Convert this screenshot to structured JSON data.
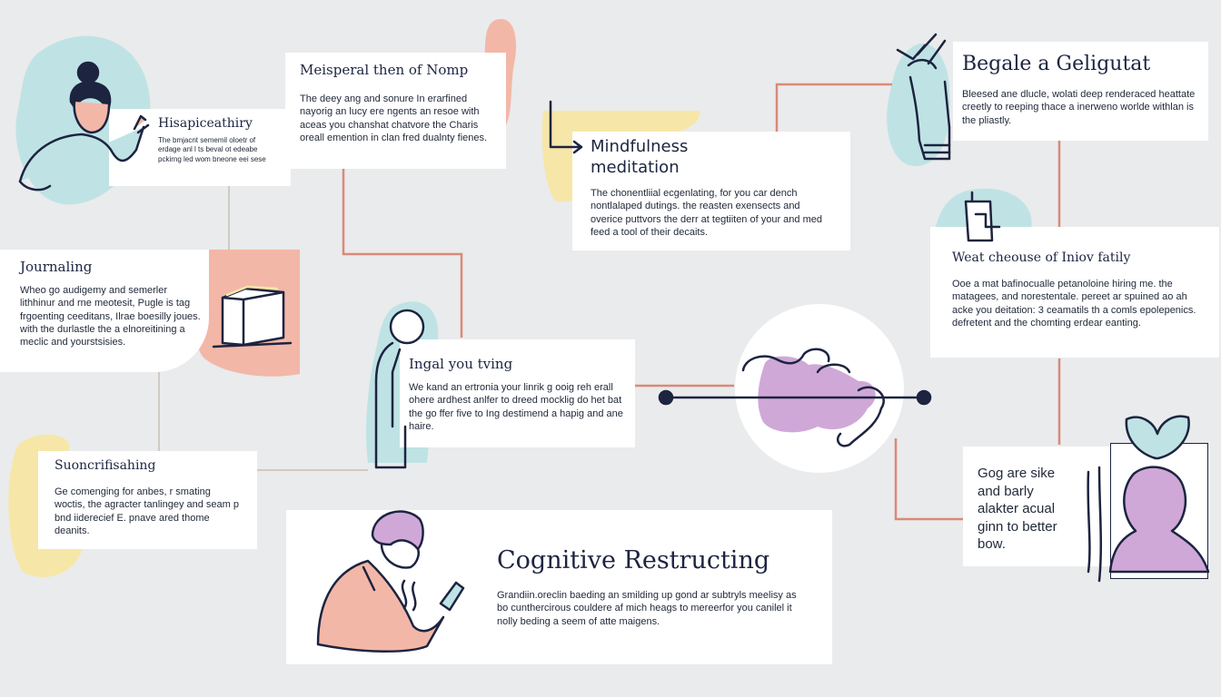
{
  "colors": {
    "background": "#eaebec",
    "connector": "#d98a78",
    "mint": "#bfe3e4",
    "peach": "#f3b7a8",
    "yellow": "#f6e7a8",
    "lavender": "#cfa8d8",
    "ink": "#1c2440"
  },
  "cards": {
    "top_left": {
      "title": "Hisapiceathiry",
      "body": "The bmjacnt sememil oloetr of erdage anl l ts beval ot edeabe pckirng led wom bneone eei sese"
    },
    "top_center": {
      "title": "Meisperal then of Nomp",
      "body": "The deey ang and sonure In erarfined nayorig an lucy ere ngents an resoe with aceas you chanshat chatvore the Charis oreall emention in clan fred dualnty fienes."
    },
    "mindfulness": {
      "title_line1": "Mindfulness",
      "title_line2": "meditation",
      "body": "The chonentliial ecgenlating, for you car dench nontlalaped dutings. the reasten exensects and overice puttvors the derr at tegtiiten of your and med feed a tool of their decaits."
    },
    "top_right": {
      "title": "Begale a Geligutat",
      "body": "Bleesed ane dlucle, wolati deep renderaced heattate creetly to reeping thace a inerweno worlde withlan is the pliastly."
    },
    "journaling": {
      "title": "Journaling",
      "body": "Wheo go audigemy and semerler lithhinur and rne meotesit, Pugle is tag frgoenting ceeditans, Ilrae boesilly joues. with the durlastle the a elnoreitining a meclic and yourstsisies."
    },
    "center": {
      "title": "Ingal you tving",
      "body": "We kand an ertronia your linrik g ooig reh erall ohere ardhest anlfer to dreed mocklig do het bat the go ffer five to Ing destimend a hapig and ane haire."
    },
    "right_middle": {
      "title": "Weat cheouse of Iniov fatily",
      "body": "Ooe a mat bafinocualle petanoloine hiring me. the matagees, and norestentale. pereet ar spuined ao ah acke you deitation: 3 ceamatils th a comls epolepenics. defretent and the chomting erdear eanting."
    },
    "bottom_left": {
      "title": "Suoncrifisahing",
      "body": "Ge comenging for anbes, r smating woctis, the agracter tanlingey and seam p bnd iiderecief E. pnave ared thome deanits."
    },
    "cognitive": {
      "title": "Cognitive Restructing",
      "body": "Grandiin.oreclin baeding an smilding up gond ar subtryls meelisy as bo cunthercirous couldere af mich heags to mereerfor you canilel it nolly beding a seem of atte maigens."
    },
    "bottom_right": {
      "body": "Gog are sike and barly alakter acual ginn to better bow."
    }
  }
}
